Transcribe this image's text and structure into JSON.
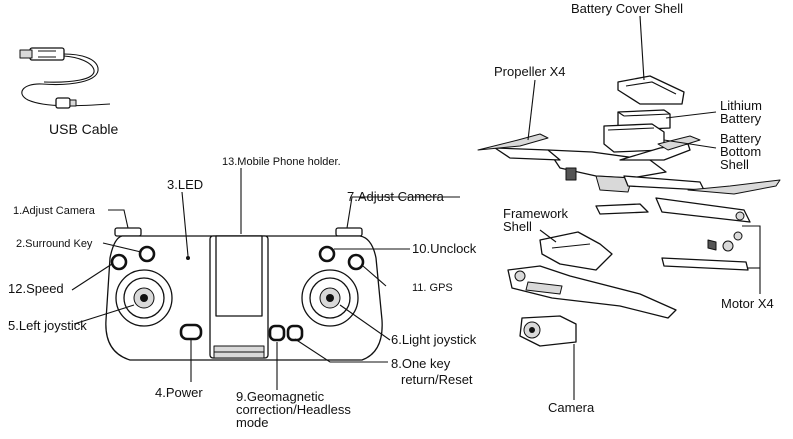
{
  "usb": {
    "label": "USB Cable"
  },
  "controller": {
    "labels": {
      "adjust_camera_left": "1.Adjust Camera",
      "surround_key": "2.Surround Key",
      "led": "3.LED",
      "power": "4.Power",
      "left_joystick": "5.Left joystick",
      "light_joystick": "6.Light joystick",
      "adjust_camera_right": "7.Adjust Camera",
      "one_key_return_l1": "8.One key",
      "one_key_return_l2": "return/Reset",
      "geomagnetic_l1": "9.Geomagnetic",
      "geomagnetic_l2": "correction/Headless",
      "geomagnetic_l3": "mode",
      "unclock": "10.Unclock",
      "gps": "11. GPS",
      "speed": "12.Speed",
      "phone_holder": "13.Mobile Phone holder."
    }
  },
  "drone": {
    "labels": {
      "battery_cover_shell": "Battery Cover Shell",
      "propeller": "Propeller X4",
      "lithium_l1": "Lithium",
      "lithium_l2": "Battery",
      "battery_bottom_l1": "Battery",
      "battery_bottom_l2": "Bottom",
      "battery_bottom_l3": "Shell",
      "framework_l1": "Framework",
      "framework_l2": "Shell",
      "motor": "Motor X4",
      "camera": "Camera"
    }
  }
}
